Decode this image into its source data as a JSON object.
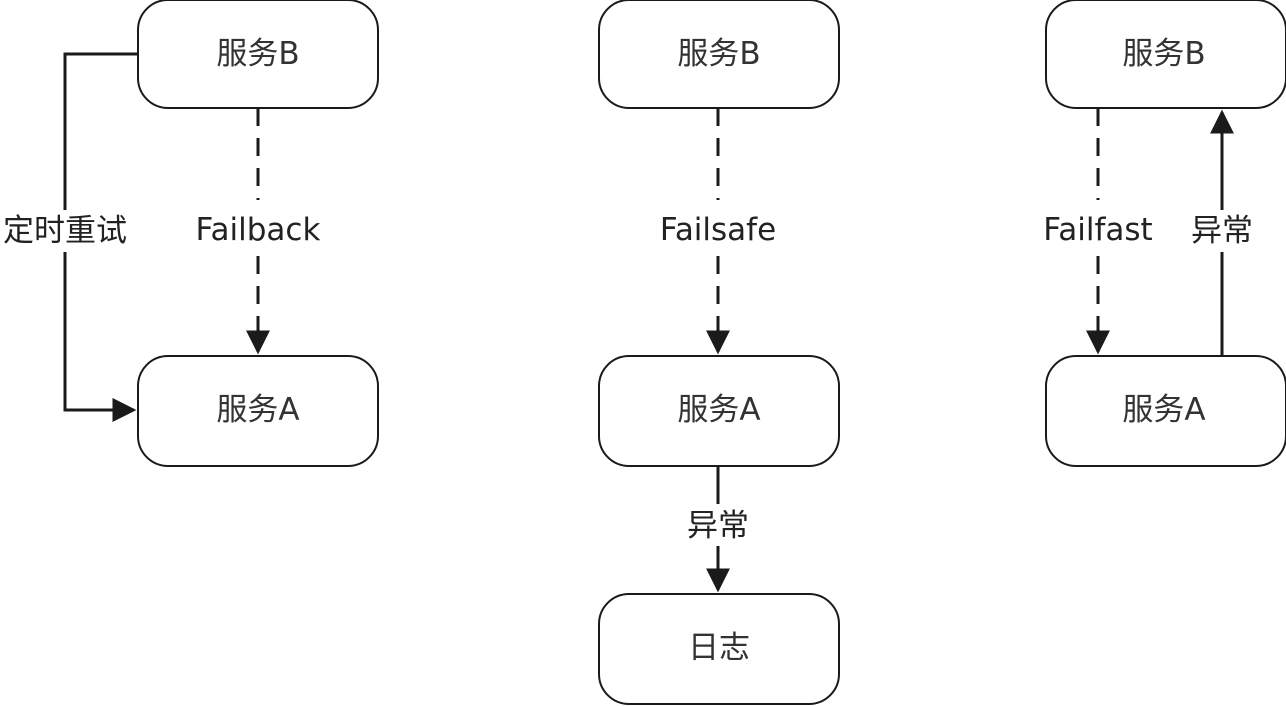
{
  "panels": [
    {
      "top_node": "服务B",
      "bottom_node": "服务A",
      "dashed_label": "Failback",
      "side_label": "定时重试"
    },
    {
      "top_node": "服务B",
      "bottom_node": "服务A",
      "dashed_label": "Failsafe",
      "exception_label": "异常",
      "log_node": "日志"
    },
    {
      "top_node": "服务B",
      "bottom_node": "服务A",
      "dashed_label": "Failfast",
      "exception_label": "异常"
    }
  ]
}
